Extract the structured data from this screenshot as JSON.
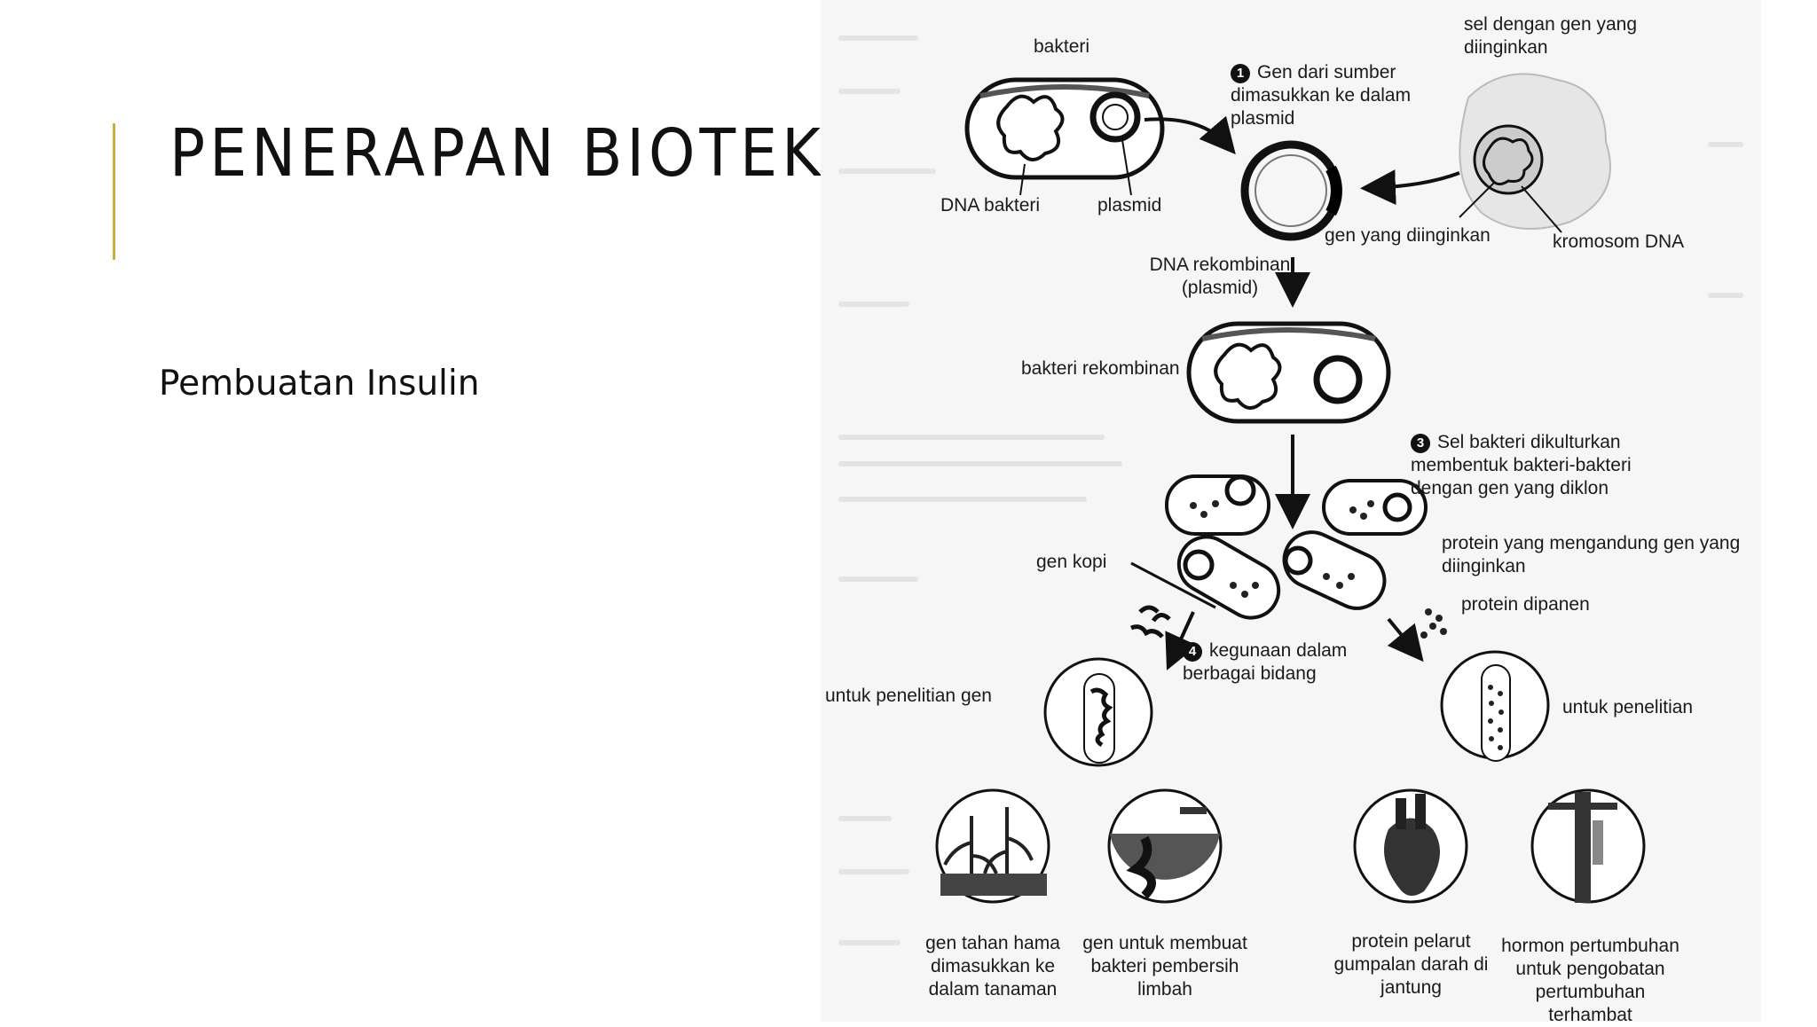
{
  "slide": {
    "title": "PENERAPAN BIOTEKNOLOGI",
    "subtitle": "Pembuatan Insulin"
  },
  "figure": {
    "step_1": "1",
    "step_3": "3",
    "step_4": "4",
    "labels": {
      "bakteri": "bakteri",
      "dna_bakteri": "DNA bakteri",
      "plasmid": "plasmid",
      "gen_dari_sumber": "Gen dari sumber dimasukkan ke dalam plasmid",
      "sel_dengan_gen": "sel dengan gen yang diinginkan",
      "gen_yang_diinginkan": "gen yang diinginkan",
      "kromosom_dna": "kromosom DNA",
      "dna_rekombinan": "DNA rekombinan (plasmid)",
      "bakteri_rekombinan": "bakteri rekombinan",
      "sel_bakteri_dikulturkan": "Sel bakteri dikulturkan membentuk bakteri-bakteri dengan gen yang diklon",
      "protein_gen": "protein yang mengandung gen yang diinginkan",
      "gen_kopi": "gen kopi",
      "protein_dipanen": "protein dipanen",
      "kegunaan": "kegunaan dalam berbagai bidang",
      "untuk_penelitian_gen": "untuk penelitian gen",
      "untuk_penelitian": "untuk penelitian",
      "gen_tahan_hama": "gen tahan hama dimasukkan ke dalam tanaman",
      "gen_bakteri_limbah": "gen untuk membuat bakteri pembersih limbah",
      "protein_pelarut": "protein pelarut gumpalan darah di jantung",
      "hormon_pertumbuhan": "hormon pertumbuhan untuk pengobatan pertumbuhan terhambat"
    }
  }
}
